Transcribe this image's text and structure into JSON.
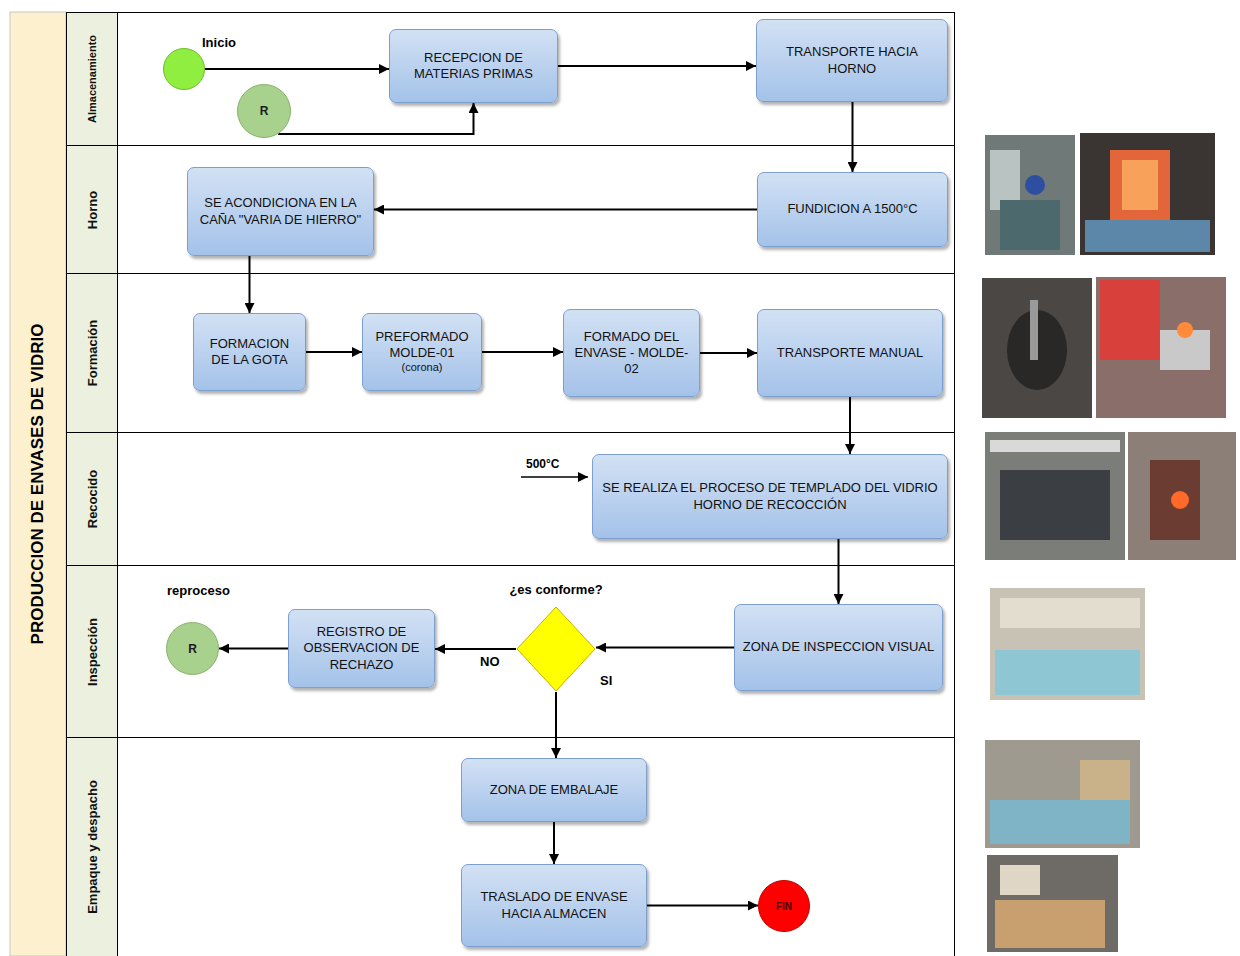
{
  "diagram": {
    "title": "PRODUCCION DE ENVASES DE VIDRIO",
    "nodes": [
      {
        "text": [
          "Almacenamiento"
        ]
      },
      {
        "text": [
          "Inicio"
        ],
        "in": 0
      },
      {
        "text": [
          "R"
        ],
        "in": 0
      },
      {
        "text": [
          "RECEPCION DE MATERIAS PRIMAS"
        ],
        "in": 0
      },
      {
        "text": [
          "TRANSPORTE HACIA HORNO"
        ],
        "in": 0
      },
      {
        "text": [
          "Horno"
        ]
      },
      {
        "text": [
          "SE ACONDICIONA EN LA CAÑA \"VARIA DE HIERRO\""
        ],
        "in": 5
      },
      {
        "text": [
          "FUNDICION A 1500°C"
        ],
        "in": 5
      },
      {
        "text": [
          "Formación"
        ]
      },
      {
        "text": [
          "FORMACION DE LA GOTA"
        ],
        "in": 8
      },
      {
        "text": [
          "PREFORMADO MOLDE-01",
          "(corona)"
        ],
        "in": 8
      },
      {
        "text": [
          "FORMADO DEL ENVASE - MOLDE-02"
        ],
        "in": 8
      },
      {
        "text": [
          "TRANSPORTE MANUAL"
        ],
        "in": 8
      },
      {
        "text": [
          "Recocido"
        ]
      },
      {
        "text": [
          "SE REALIZA EL PROCESO DE TEMPLADO DEL VIDRIO",
          "HORNO DE RECOCCIÓN"
        ],
        "in": 13
      },
      {
        "text": [
          "Inspección"
        ]
      },
      {
        "text": [
          "reproceso",
          "R"
        ],
        "in": 15
      },
      {
        "text": [
          "REGISTRO DE OBSERVACION DE RECHAZO"
        ],
        "in": 15
      },
      {
        "text": [
          "¿es conforme?"
        ],
        "in": 15
      },
      {
        "text": [
          "ZONA DE INSPECCION VISUAL"
        ],
        "in": 15
      },
      {
        "text": [
          "Empaque y despacho"
        ]
      },
      {
        "text": [
          "ZONA DE EMBALAJE"
        ],
        "in": 20
      },
      {
        "text": [
          "TRASLADO DE ENVASE HACIA ALMACEN"
        ],
        "in": 20
      },
      {
        "text": [
          "FIN"
        ],
        "in": 20
      }
    ],
    "edges": [
      {
        "from": 1,
        "to": 3,
        "arrow": "to"
      },
      {
        "from": 2,
        "to": 3,
        "arrow": "to"
      },
      {
        "from": 3,
        "to": 4,
        "arrow": "to"
      },
      {
        "from": 4,
        "to": 7,
        "arrow": "to"
      },
      {
        "from": 7,
        "to": 6,
        "arrow": "to"
      },
      {
        "from": 6,
        "to": 9,
        "arrow": "to"
      },
      {
        "from": 9,
        "to": 10,
        "arrow": "to"
      },
      {
        "from": 10,
        "to": 11,
        "arrow": "to"
      },
      {
        "from": 11,
        "to": 12,
        "arrow": "to"
      },
      {
        "from": 12,
        "to": 14,
        "arrow": "to"
      },
      {
        "from": 14,
        "to": 19,
        "arrow": "to"
      },
      {
        "from": 19,
        "to": 18,
        "arrow": "to"
      },
      {
        "from": 18,
        "to": 17,
        "label": "NO",
        "arrow": "to"
      },
      {
        "from": 17,
        "to": 16,
        "arrow": "to"
      },
      {
        "from": 18,
        "to": 21,
        "label": "SI",
        "arrow": "to"
      },
      {
        "from": 21,
        "to": 22,
        "arrow": "to"
      },
      {
        "from": 22,
        "to": 23,
        "arrow": "to"
      }
    ],
    "labels": [
      "500°C"
    ]
  }
}
